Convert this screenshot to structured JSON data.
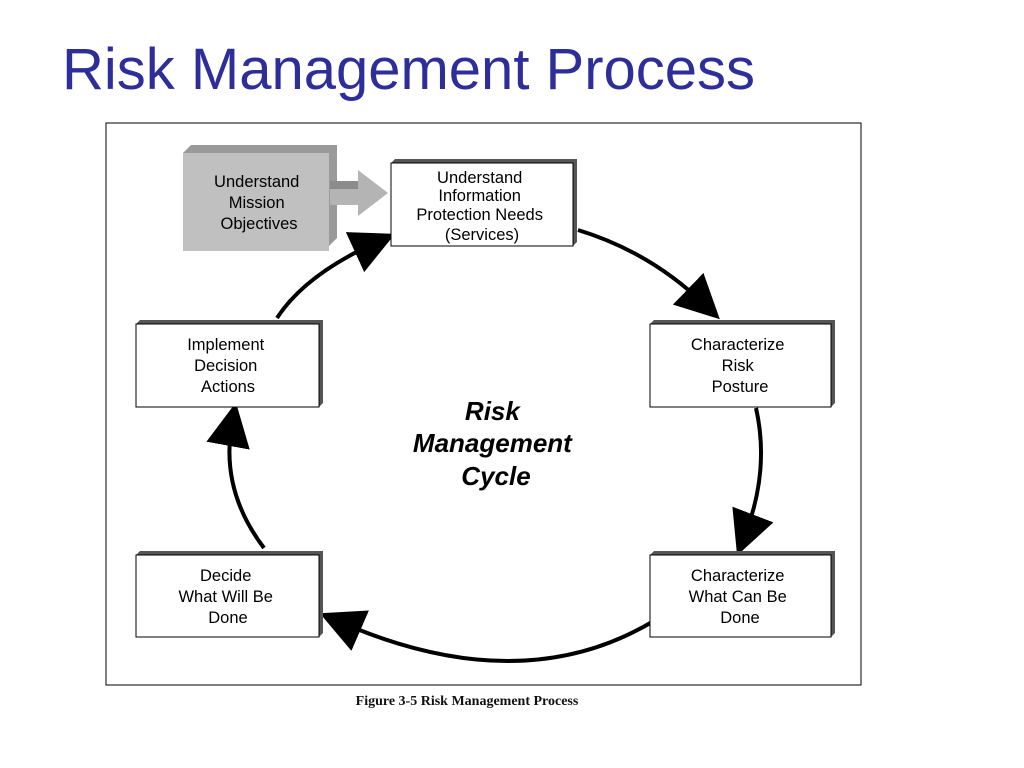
{
  "title": "Risk Management Process",
  "diagram": {
    "external_input": [
      "Understand",
      "Mission",
      "Objectives"
    ],
    "center_label": [
      "Risk",
      "Management",
      "Cycle"
    ],
    "steps": [
      {
        "id": "understand-needs",
        "lines": [
          "Understand",
          "Information",
          "Protection Needs",
          "(Services)"
        ]
      },
      {
        "id": "characterize-risk",
        "lines": [
          "Characterize",
          "Risk",
          "Posture"
        ]
      },
      {
        "id": "characterize-options",
        "lines": [
          "Characterize",
          "What Can Be",
          "Done"
        ]
      },
      {
        "id": "decide",
        "lines": [
          "Decide",
          "What Will Be",
          "Done"
        ]
      },
      {
        "id": "implement",
        "lines": [
          "Implement",
          "Decision",
          "Actions"
        ]
      }
    ],
    "colors": {
      "input_box": "#c0c0c0",
      "input_arrow": "#b4b4b4",
      "title": "#2e2e9a"
    }
  },
  "caption": "Figure 3-5  Risk Management Process"
}
